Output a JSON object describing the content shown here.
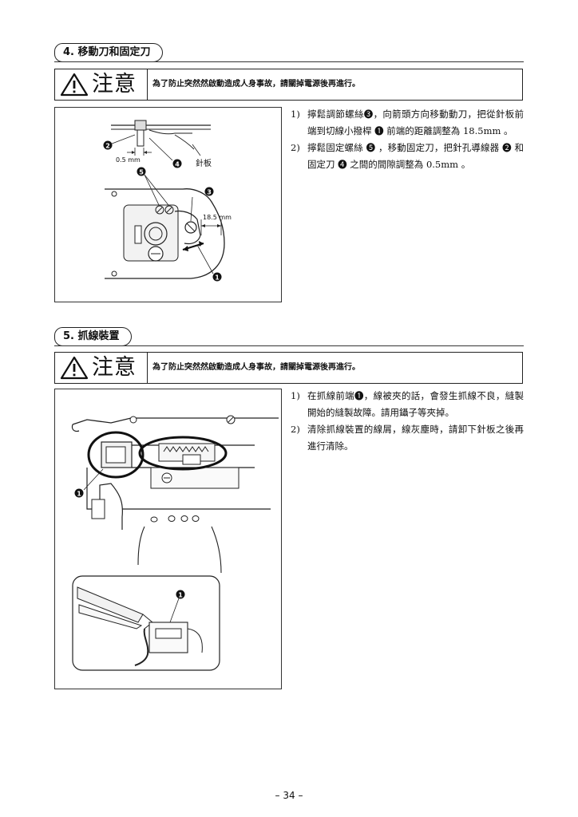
{
  "sections": [
    {
      "title": "4. 移動刀和固定刀",
      "caution_word": "注意",
      "caution_message": "為了防止突然然啟動造成人身事故，請關掉電源後再進行。",
      "figure_labels": {
        "needle_plate": "針板",
        "gap": "0.5 mm",
        "distance": "18.5 mm"
      },
      "steps": [
        {
          "number": "1)",
          "text": "擰鬆調節螺絲❸，向箭頭方向移動動刀，把從針板前端到切線小撥桿 ❶ 前端的距離調整為 18.5mm 。"
        },
        {
          "number": "2)",
          "text": "擰鬆固定螺絲 ❺ ，移動固定刀，把針孔導線器 ❷ 和固定刀 ❹ 之間的間隙調整為 0.5mm 。"
        }
      ]
    },
    {
      "title": "5. 抓線裝置",
      "caution_word": "注意",
      "caution_message": "為了防止突然然啟動造成人身事故，請關掉電源後再進行。",
      "steps": [
        {
          "number": "1)",
          "text": "在抓線前端❶，線被夾的話，會發生抓線不良，縫製開始的縫製故障。請用鑷子等夾掉。"
        },
        {
          "number": "2)",
          "text": "清除抓線裝置的線屑，線灰塵時，請卸下針板之後再進行清除。"
        }
      ]
    }
  ],
  "callouts": {
    "one": "❶",
    "two": "❷",
    "three": "❸",
    "four": "❹",
    "five": "❺"
  },
  "icons": {
    "caution": "warning-triangle-icon"
  },
  "page_number": "– 34 –"
}
